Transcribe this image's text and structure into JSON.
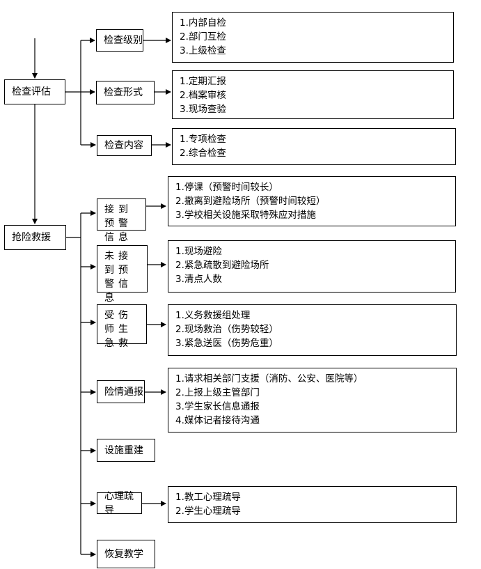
{
  "root": {
    "check": "检查评估",
    "rescue": "抢险救援"
  },
  "check_branches": [
    {
      "label": "检查级别",
      "items": [
        "1.内部自检",
        "2.部门互检",
        "3.上级检查"
      ]
    },
    {
      "label": "检查形式",
      "items": [
        "1.定期汇报",
        "2.档案审核",
        "3.现场查验"
      ]
    },
    {
      "label": "检查内容",
      "items": [
        "1.专项检查",
        "2.综合检查"
      ]
    }
  ],
  "rescue_branches": [
    {
      "label": "接到预警信息",
      "items": [
        "1.停课（预警时间较长）",
        "2.撤离到避险场所（预警时间较短）",
        "3.学校相关设施采取特殊应对措施"
      ]
    },
    {
      "label": "未接到预警信息",
      "items": [
        "1.现场避险",
        "2.紧急疏散到避险场所",
        "3.清点人数"
      ]
    },
    {
      "label": "受伤师生急救",
      "items": [
        "1.义务救援组处理",
        "2.现场救治（伤势较轻）",
        "3.紧急送医（伤势危重）"
      ]
    },
    {
      "label": "险情通报",
      "items": [
        "1.请求相关部门支援（消防、公安、医院等）",
        "2.上报上级主管部门",
        "3.学生家长信息通报",
        "4.媒体记者接待沟通"
      ]
    },
    {
      "label": "设施重建",
      "items": []
    },
    {
      "label": "心理疏导",
      "items": [
        "1.教工心理疏导",
        "2.学生心理疏导"
      ]
    },
    {
      "label": "恢复教学",
      "items": []
    }
  ]
}
